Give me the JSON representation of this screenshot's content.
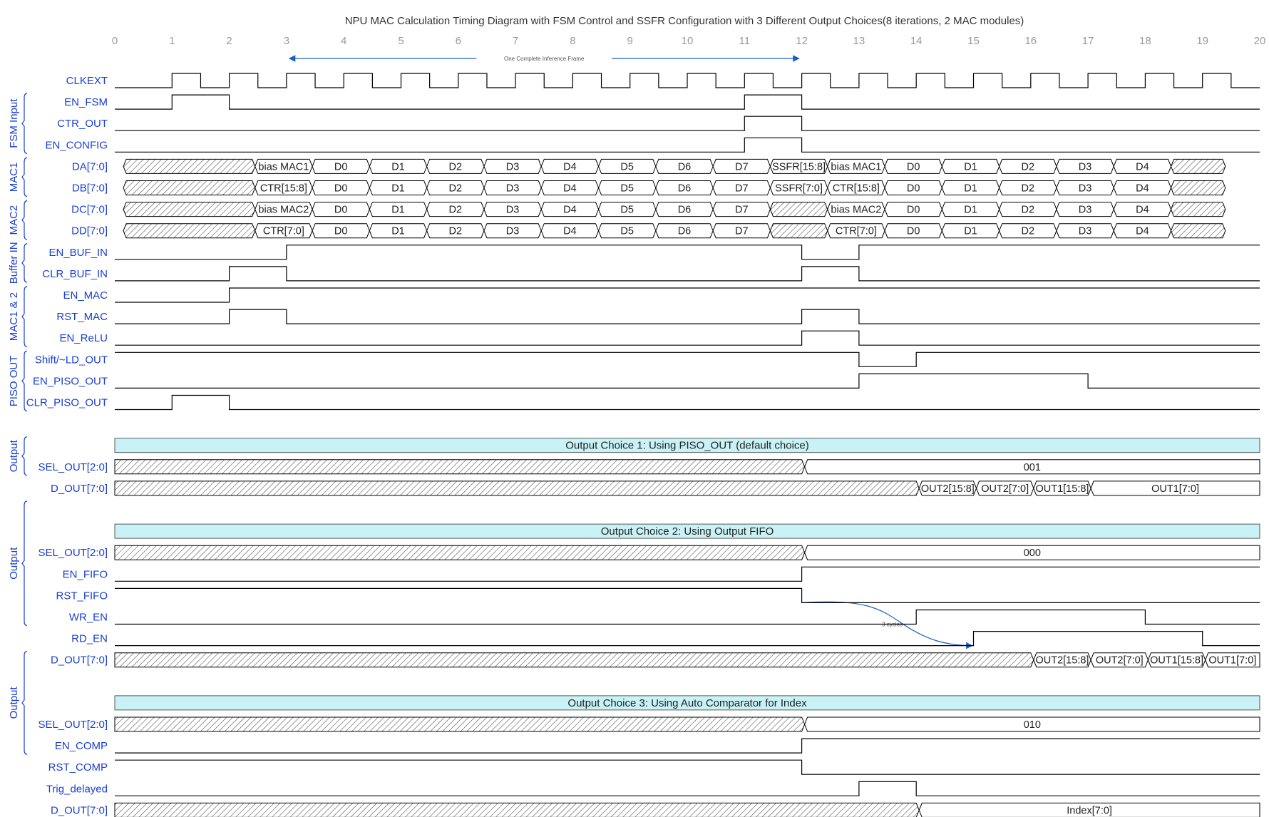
{
  "title": "NPU MAC Calculation Timing Diagram with FSM Control and SSFR Configuration with 3 Different Output Choices(8 iterations, 2 MAC modules)",
  "colors": {
    "label": "#1a3fd1",
    "wave": "#000000",
    "hatch": "#555555",
    "banner_fill": "#c8f2f5",
    "annotation": "#1a5fc8",
    "tick": "#9a9a9a"
  },
  "time_axis": {
    "ticks": [
      "0",
      "1",
      "2",
      "3",
      "4",
      "5",
      "6",
      "7",
      "8",
      "9",
      "10",
      "11",
      "12",
      "13",
      "14",
      "15",
      "16",
      "17",
      "18",
      "19",
      "20"
    ]
  },
  "annotations": {
    "frame_label": "One Complete Inference Frame",
    "frame_from": 3,
    "frame_to": 12,
    "cycles_label": "3 cycles",
    "cycles_from": 12,
    "cycles_to": 15
  },
  "groups": [
    {
      "label": "FSM Input",
      "from_row": 1,
      "to_row": 3
    },
    {
      "label": "MAC1",
      "from_row": 4,
      "to_row": 5
    },
    {
      "label": "MAC2",
      "from_row": 6,
      "to_row": 7
    },
    {
      "label": "Buffer IN",
      "from_row": 8,
      "to_row": 9
    },
    {
      "label": "MAC1 & 2",
      "from_row": 10,
      "to_row": 12
    },
    {
      "label": "PISO OUT",
      "from_row": 13,
      "to_row": 15
    },
    {
      "label": "Output",
      "from_row": 17,
      "to_row": 18
    },
    {
      "label": "Output",
      "from_row": 20,
      "to_row": 25
    },
    {
      "label": "Output",
      "from_row": 27,
      "to_row": 31
    }
  ],
  "rows": [
    {
      "name": "CLKEXT",
      "type": "clock",
      "start": 1,
      "end": 19.5
    },
    {
      "name": "EN_FSM",
      "type": "digital",
      "init": 0,
      "edges": [
        1,
        2,
        11,
        12
      ]
    },
    {
      "name": "CTR_OUT",
      "type": "digital",
      "init": 0,
      "edges": [
        11,
        12
      ]
    },
    {
      "name": "EN_CONFIG",
      "type": "digital",
      "init": 0,
      "edges": [
        11,
        12
      ]
    },
    {
      "name": "DA[7:0]",
      "type": "bus",
      "segments": [
        {
          "from": 0.15,
          "to": 2.45,
          "hatch": true
        },
        {
          "from": 2.45,
          "to": 3.45,
          "text": "bias MAC1"
        },
        {
          "from": 3.45,
          "to": 4.45,
          "text": "D0"
        },
        {
          "from": 4.45,
          "to": 5.45,
          "text": "D1"
        },
        {
          "from": 5.45,
          "to": 6.45,
          "text": "D2"
        },
        {
          "from": 6.45,
          "to": 7.45,
          "text": "D3"
        },
        {
          "from": 7.45,
          "to": 8.45,
          "text": "D4"
        },
        {
          "from": 8.45,
          "to": 9.45,
          "text": "D5"
        },
        {
          "from": 9.45,
          "to": 10.45,
          "text": "D6"
        },
        {
          "from": 10.45,
          "to": 11.45,
          "text": "D7"
        },
        {
          "from": 11.45,
          "to": 12.45,
          "text": "SSFR[15:8]"
        },
        {
          "from": 12.45,
          "to": 13.45,
          "text": "bias MAC1"
        },
        {
          "from": 13.45,
          "to": 14.45,
          "text": "D0"
        },
        {
          "from": 14.45,
          "to": 15.45,
          "text": "D1"
        },
        {
          "from": 15.45,
          "to": 16.45,
          "text": "D2"
        },
        {
          "from": 16.45,
          "to": 17.45,
          "text": "D3"
        },
        {
          "from": 17.45,
          "to": 18.45,
          "text": "D4"
        },
        {
          "from": 18.45,
          "to": 19.4,
          "hatch": true
        }
      ]
    },
    {
      "name": "DB[7:0]",
      "type": "bus",
      "segments": [
        {
          "from": 0.15,
          "to": 2.45,
          "hatch": true
        },
        {
          "from": 2.45,
          "to": 3.45,
          "text": "CTR[15:8]"
        },
        {
          "from": 3.45,
          "to": 4.45,
          "text": "D0"
        },
        {
          "from": 4.45,
          "to": 5.45,
          "text": "D1"
        },
        {
          "from": 5.45,
          "to": 6.45,
          "text": "D2"
        },
        {
          "from": 6.45,
          "to": 7.45,
          "text": "D3"
        },
        {
          "from": 7.45,
          "to": 8.45,
          "text": "D4"
        },
        {
          "from": 8.45,
          "to": 9.45,
          "text": "D5"
        },
        {
          "from": 9.45,
          "to": 10.45,
          "text": "D6"
        },
        {
          "from": 10.45,
          "to": 11.45,
          "text": "D7"
        },
        {
          "from": 11.45,
          "to": 12.45,
          "text": "SSFR[7:0]"
        },
        {
          "from": 12.45,
          "to": 13.45,
          "text": "CTR[15:8]"
        },
        {
          "from": 13.45,
          "to": 14.45,
          "text": "D0"
        },
        {
          "from": 14.45,
          "to": 15.45,
          "text": "D1"
        },
        {
          "from": 15.45,
          "to": 16.45,
          "text": "D2"
        },
        {
          "from": 16.45,
          "to": 17.45,
          "text": "D3"
        },
        {
          "from": 17.45,
          "to": 18.45,
          "text": "D4"
        },
        {
          "from": 18.45,
          "to": 19.4,
          "hatch": true
        }
      ]
    },
    {
      "name": "DC[7:0]",
      "type": "bus",
      "segments": [
        {
          "from": 0.15,
          "to": 2.45,
          "hatch": true
        },
        {
          "from": 2.45,
          "to": 3.45,
          "text": "bias MAC2"
        },
        {
          "from": 3.45,
          "to": 4.45,
          "text": "D0"
        },
        {
          "from": 4.45,
          "to": 5.45,
          "text": "D1"
        },
        {
          "from": 5.45,
          "to": 6.45,
          "text": "D2"
        },
        {
          "from": 6.45,
          "to": 7.45,
          "text": "D3"
        },
        {
          "from": 7.45,
          "to": 8.45,
          "text": "D4"
        },
        {
          "from": 8.45,
          "to": 9.45,
          "text": "D5"
        },
        {
          "from": 9.45,
          "to": 10.45,
          "text": "D6"
        },
        {
          "from": 10.45,
          "to": 11.45,
          "text": "D7"
        },
        {
          "from": 11.45,
          "to": 12.45,
          "hatch": true
        },
        {
          "from": 12.45,
          "to": 13.45,
          "text": "bias MAC2"
        },
        {
          "from": 13.45,
          "to": 14.45,
          "text": "D0"
        },
        {
          "from": 14.45,
          "to": 15.45,
          "text": "D1"
        },
        {
          "from": 15.45,
          "to": 16.45,
          "text": "D2"
        },
        {
          "from": 16.45,
          "to": 17.45,
          "text": "D3"
        },
        {
          "from": 17.45,
          "to": 18.45,
          "text": "D4"
        },
        {
          "from": 18.45,
          "to": 19.4,
          "hatch": true
        }
      ]
    },
    {
      "name": "DD[7:0]",
      "type": "bus",
      "segments": [
        {
          "from": 0.15,
          "to": 2.45,
          "hatch": true
        },
        {
          "from": 2.45,
          "to": 3.45,
          "text": "CTR[7:0]"
        },
        {
          "from": 3.45,
          "to": 4.45,
          "text": "D0"
        },
        {
          "from": 4.45,
          "to": 5.45,
          "text": "D1"
        },
        {
          "from": 5.45,
          "to": 6.45,
          "text": "D2"
        },
        {
          "from": 6.45,
          "to": 7.45,
          "text": "D3"
        },
        {
          "from": 7.45,
          "to": 8.45,
          "text": "D4"
        },
        {
          "from": 8.45,
          "to": 9.45,
          "text": "D5"
        },
        {
          "from": 9.45,
          "to": 10.45,
          "text": "D6"
        },
        {
          "from": 10.45,
          "to": 11.45,
          "text": "D7"
        },
        {
          "from": 11.45,
          "to": 12.45,
          "hatch": true
        },
        {
          "from": 12.45,
          "to": 13.45,
          "text": "CTR[7:0]"
        },
        {
          "from": 13.45,
          "to": 14.45,
          "text": "D0"
        },
        {
          "from": 14.45,
          "to": 15.45,
          "text": "D1"
        },
        {
          "from": 15.45,
          "to": 16.45,
          "text": "D2"
        },
        {
          "from": 16.45,
          "to": 17.45,
          "text": "D3"
        },
        {
          "from": 17.45,
          "to": 18.45,
          "text": "D4"
        },
        {
          "from": 18.45,
          "to": 19.4,
          "hatch": true
        }
      ]
    },
    {
      "name": "EN_BUF_IN",
      "type": "digital",
      "init": 0,
      "edges": [
        3,
        12,
        13
      ]
    },
    {
      "name": "CLR_BUF_IN",
      "type": "digital",
      "init": 0,
      "edges": [
        2,
        3,
        12,
        13
      ]
    },
    {
      "name": "EN_MAC",
      "type": "digital",
      "init": 0,
      "edges": [
        2
      ]
    },
    {
      "name": "RST_MAC",
      "type": "digital",
      "init": 0,
      "edges": [
        2,
        3,
        12,
        13
      ]
    },
    {
      "name": "EN_ReLU",
      "type": "digital",
      "init": 0,
      "edges": [
        12,
        13
      ]
    },
    {
      "name": "Shift/~LD_OUT",
      "type": "digital",
      "init": 1,
      "edges": [
        13,
        14
      ]
    },
    {
      "name": "EN_PISO_OUT",
      "type": "digital",
      "init": 0,
      "edges": [
        13,
        17
      ]
    },
    {
      "name": "CLR_PISO_OUT",
      "type": "digital",
      "init": 0,
      "edges": [
        1,
        2
      ]
    },
    {
      "name": "",
      "type": "blank"
    },
    {
      "name": "",
      "type": "banner",
      "text": "Output Choice 1:  Using PISO_OUT (default choice)"
    },
    {
      "name": "SEL_OUT[2:0]",
      "type": "bus",
      "segments": [
        {
          "from": 0,
          "to": 12.05,
          "hatch": true
        },
        {
          "from": 12.05,
          "to": 20,
          "text": "001"
        }
      ]
    },
    {
      "name": "D_OUT[7:0]",
      "type": "bus",
      "segments": [
        {
          "from": 0,
          "to": 14.05,
          "hatch": true
        },
        {
          "from": 14.05,
          "to": 15.05,
          "text": "OUT2[15:8]"
        },
        {
          "from": 15.05,
          "to": 16.05,
          "text": "OUT2[7:0]"
        },
        {
          "from": 16.05,
          "to": 17.05,
          "text": "OUT1[15:8]"
        },
        {
          "from": 17.05,
          "to": 20,
          "text": "OUT1[7:0]"
        }
      ]
    },
    {
      "name": "",
      "type": "blank"
    },
    {
      "name": "",
      "type": "banner",
      "text": "Output Choice 2:  Using Output FIFO"
    },
    {
      "name": "SEL_OUT[2:0]",
      "type": "bus",
      "segments": [
        {
          "from": 0,
          "to": 12.05,
          "hatch": true
        },
        {
          "from": 12.05,
          "to": 20,
          "text": "000"
        }
      ]
    },
    {
      "name": "EN_FIFO",
      "type": "digital",
      "init": 0,
      "edges": [
        12
      ]
    },
    {
      "name": "RST_FIFO",
      "type": "digital",
      "init": 1,
      "edges": [
        12
      ]
    },
    {
      "name": "WR_EN",
      "type": "digital",
      "init": 0,
      "edges": [
        14,
        18
      ]
    },
    {
      "name": "RD_EN",
      "type": "digital",
      "init": 0,
      "edges": [
        15,
        19
      ]
    },
    {
      "name": "D_OUT[7:0]",
      "type": "bus",
      "segments": [
        {
          "from": 0,
          "to": 16.05,
          "hatch": true
        },
        {
          "from": 16.05,
          "to": 17.05,
          "text": "OUT2[15:8]"
        },
        {
          "from": 17.05,
          "to": 18.05,
          "text": "OUT2[7:0]"
        },
        {
          "from": 18.05,
          "to": 19.05,
          "text": "OUT1[15:8]"
        },
        {
          "from": 19.05,
          "to": 20,
          "text": "OUT1[7:0]"
        }
      ]
    },
    {
      "name": "",
      "type": "blank"
    },
    {
      "name": "",
      "type": "banner",
      "text": "Output Choice 3:  Using Auto Comparator for Index"
    },
    {
      "name": "SEL_OUT[2:0]",
      "type": "bus",
      "segments": [
        {
          "from": 0,
          "to": 12.05,
          "hatch": true
        },
        {
          "from": 12.05,
          "to": 20,
          "text": "010"
        }
      ]
    },
    {
      "name": "EN_COMP",
      "type": "digital",
      "init": 0,
      "edges": [
        12
      ]
    },
    {
      "name": "RST_COMP",
      "type": "digital",
      "init": 1,
      "edges": [
        12
      ]
    },
    {
      "name": "Trig_delayed",
      "type": "digital",
      "init": 0,
      "edges": [
        13,
        14
      ]
    },
    {
      "name": "D_OUT[7:0]",
      "type": "bus",
      "segments": [
        {
          "from": 0,
          "to": 14.05,
          "hatch": true
        },
        {
          "from": 14.05,
          "to": 20,
          "text": "Index[7:0]"
        }
      ]
    }
  ]
}
